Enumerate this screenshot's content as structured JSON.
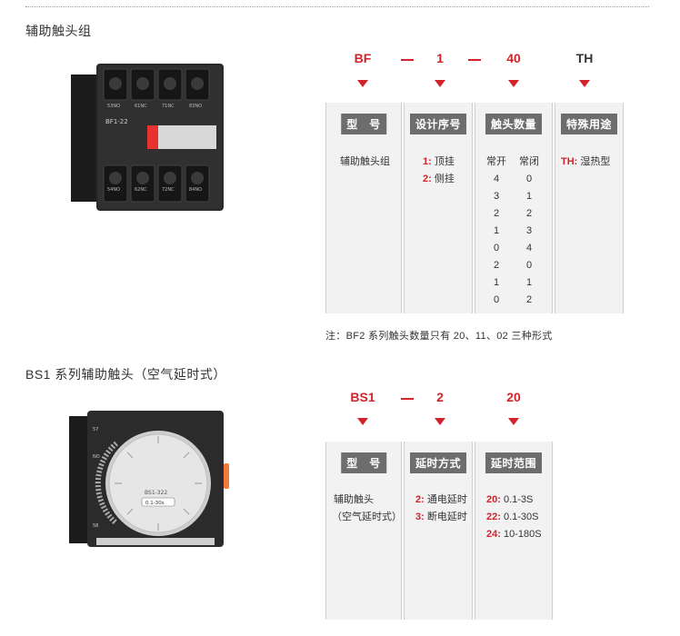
{
  "section1": {
    "title": "辅助触头组",
    "product_labels": {
      "top": [
        "53NO",
        "61NC",
        "71NC",
        "83NO"
      ],
      "bottom": [
        "54NO",
        "62NC",
        "72NC",
        "84NO"
      ],
      "model": "BF1-22"
    },
    "code": {
      "p1": "BF",
      "p2": "1",
      "p3": "40",
      "p4": "TH"
    },
    "columns": {
      "type": {
        "header": "型　号",
        "text": "辅助触头组"
      },
      "design": {
        "header": "设计序号",
        "items": [
          {
            "key": "1:",
            "value": "顶挂"
          },
          {
            "key": "2:",
            "value": "侧挂"
          }
        ]
      },
      "contacts": {
        "header": "触头数量",
        "col_open": "常开",
        "col_close": "常闭",
        "rows": [
          [
            "4",
            "0"
          ],
          [
            "3",
            "1"
          ],
          [
            "2",
            "2"
          ],
          [
            "1",
            "3"
          ],
          [
            "0",
            "4"
          ],
          [
            "2",
            "0"
          ],
          [
            "1",
            "1"
          ],
          [
            "0",
            "2"
          ]
        ]
      },
      "special": {
        "header": "特殊用途",
        "key": "TH:",
        "value": "湿热型"
      }
    },
    "note": "注：BF2 系列触头数量只有 20、11、02 三种形式"
  },
  "section2": {
    "title": "BS1 系列辅助触头（空气延时式）",
    "product_labels": {
      "model": "BS1-322",
      "range": "0.1-30s",
      "left_top": "57",
      "left_mid": "NO",
      "left_bot": "58"
    },
    "code": {
      "p1": "BS1",
      "p2": "2",
      "p3": "20"
    },
    "columns": {
      "type": {
        "header": "型　号",
        "line1": "辅助触头",
        "line2": "（空气延时式）"
      },
      "delay_mode": {
        "header": "延时方式",
        "items": [
          {
            "key": "2:",
            "value": "通电延时"
          },
          {
            "key": "3:",
            "value": "断电延时"
          }
        ]
      },
      "delay_range": {
        "header": "延时范围",
        "items": [
          {
            "key": "20:",
            "value": "0.1-3S"
          },
          {
            "key": "22:",
            "value": "0.1-30S"
          },
          {
            "key": "24:",
            "value": "10-180S"
          }
        ]
      }
    }
  },
  "colors": {
    "accent": "#d2232a",
    "column_bg": "#f2f2f2",
    "header_bg": "#6d6d6d"
  }
}
